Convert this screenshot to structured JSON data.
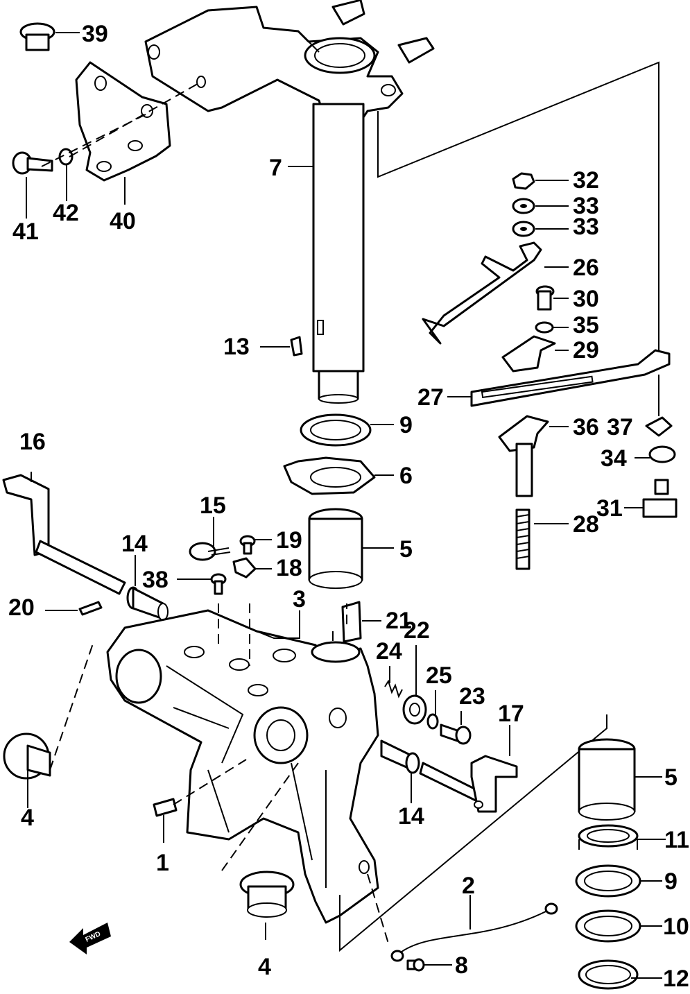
{
  "diagram": {
    "callouts": [
      "39",
      "7",
      "32",
      "33",
      "33",
      "26",
      "30",
      "35",
      "29",
      "27",
      "36",
      "37",
      "34",
      "31",
      "28",
      "13",
      "9",
      "6",
      "16",
      "15",
      "19",
      "18",
      "5",
      "14",
      "38",
      "20",
      "3",
      "21",
      "22",
      "24",
      "25",
      "23",
      "17",
      "4",
      "1",
      "14",
      "5",
      "11",
      "9",
      "10",
      "12",
      "2",
      "8",
      "4",
      "41",
      "42",
      "40"
    ],
    "fwd_badge": "FWD"
  }
}
